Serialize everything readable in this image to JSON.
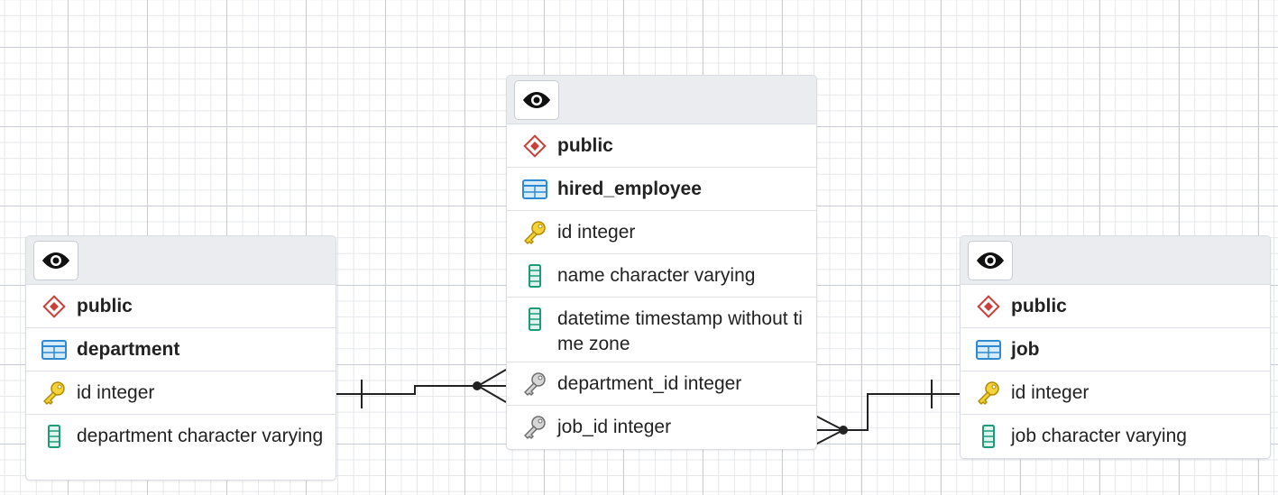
{
  "tables": [
    {
      "id": "department",
      "rows": [
        {
          "icon": "schema-icon",
          "text": "public",
          "bold": true
        },
        {
          "icon": "table-icon",
          "text": "department",
          "bold": true
        },
        {
          "icon": "primary-key-icon",
          "text": "id integer"
        },
        {
          "icon": "column-icon",
          "text": "department character varying"
        }
      ]
    },
    {
      "id": "hired_employee",
      "rows": [
        {
          "icon": "schema-icon",
          "text": "public",
          "bold": true
        },
        {
          "icon": "table-icon",
          "text": "hired_employee",
          "bold": true
        },
        {
          "icon": "primary-key-icon",
          "text": "id integer"
        },
        {
          "icon": "column-icon",
          "text": "name character varying"
        },
        {
          "icon": "column-icon",
          "text": "datetime timestamp without time zone"
        },
        {
          "icon": "foreign-key-icon",
          "text": "department_id integer"
        },
        {
          "icon": "foreign-key-icon",
          "text": "job_id integer"
        }
      ]
    },
    {
      "id": "job",
      "rows": [
        {
          "icon": "schema-icon",
          "text": "public",
          "bold": true
        },
        {
          "icon": "table-icon",
          "text": "job",
          "bold": true
        },
        {
          "icon": "primary-key-icon",
          "text": "id integer"
        },
        {
          "icon": "column-icon",
          "text": "job character varying"
        }
      ]
    }
  ],
  "colors": {
    "schema": "#c9403a",
    "table": "#2f8ad2",
    "primary_key": "#e0b400",
    "foreign_key": "#8a8a8a",
    "column": "#1f9a7a",
    "link": "#222222"
  }
}
